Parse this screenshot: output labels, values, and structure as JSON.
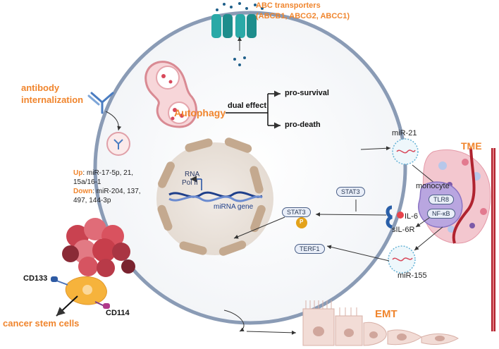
{
  "abc": {
    "title": "ABC transporters",
    "genes": "(ABCB1, ABCG2, ABCC1)"
  },
  "antibody": {
    "line1": "antibody",
    "line2": "internalization"
  },
  "autophagy": {
    "label": "Autophagy",
    "dual": "dual effect",
    "survival": "pro-survival",
    "death": "pro-death"
  },
  "mirna_list": {
    "up_label": "Up",
    "up_text": ": miR-17-5p, 21,",
    "up_text2": "15a/16-1",
    "down_label": "Down",
    "down_text": ": miR-204, 137,",
    "down_text2": "497, 144-3p"
  },
  "nucleus": {
    "rna": "RNA",
    "pol": "Pol II",
    "gene": "miRNA gene"
  },
  "signals": {
    "stat3": "STAT3",
    "stat3p": "STAT3",
    "p": "P",
    "terf1": "TERF1",
    "il6": "IL-6",
    "sil6r": "sIL-6R",
    "tlr8": "TLR8",
    "nfkb": "NF-κB",
    "monocyte": "monocyte",
    "mir21": "miR-21",
    "mir155": "miR-155"
  },
  "tme": "TME",
  "emt": "EMT",
  "csc": {
    "cd133": "CD133",
    "cd114": "CD114",
    "label": "cancer stem cells"
  },
  "colors": {
    "orange": "#f0852d",
    "membrane": "#6b7fa0",
    "nucleus": "#c4a98f",
    "blue": "#1f4fa3",
    "pink": "#e8687a"
  }
}
